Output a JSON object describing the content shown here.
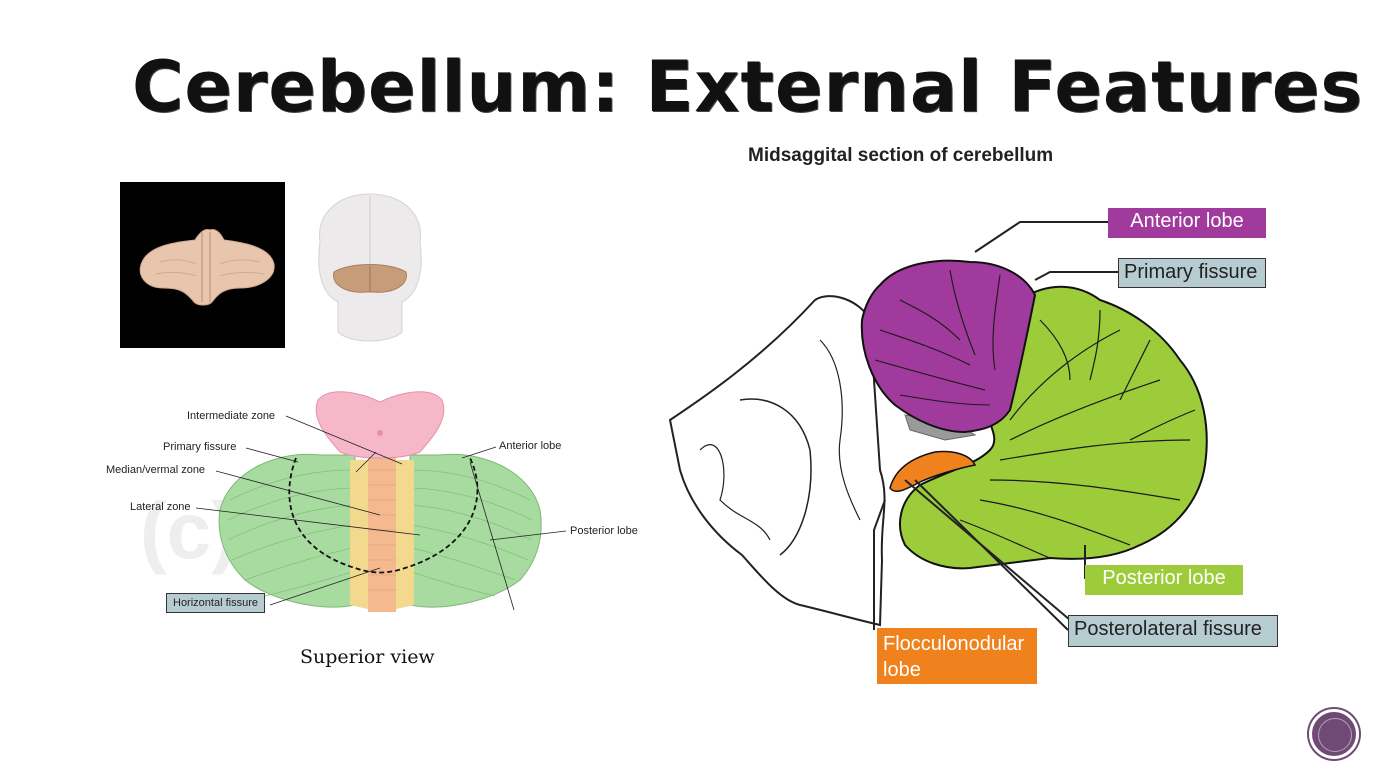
{
  "slide": {
    "title": "Cerebellum: External Features"
  },
  "superior_view": {
    "caption": "Superior view",
    "labels": {
      "intermediate_zone": "Intermediate zone",
      "primary_fissure": "Primary fissure",
      "median_vermal_zone": "Median/vermal zone",
      "lateral_zone": "Lateral zone",
      "anterior_lobe": "Anterior lobe",
      "posterior_lobe": "Posterior lobe",
      "horizontal_fissure": "Horizontal fissure"
    }
  },
  "midsagittal": {
    "title": "Midsaggital section of cerebellum",
    "labels": {
      "anterior_lobe": "Anterior lobe",
      "primary_fissure": "Primary fissure",
      "posterior_lobe": "Posterior lobe",
      "posterolateral_fissure": "Posterolateral fissure",
      "flocculonodular_lobe_line1": "Flocculonodular",
      "flocculonodular_lobe_line2": "lobe"
    }
  },
  "colors": {
    "anterior": "#a03a9c",
    "posterior": "#9ccc3a",
    "flocculonodular": "#f0821e",
    "fissure_box": "#b7ccd1",
    "vermis": "#f4c88e",
    "hemisphere": "#a8dba0",
    "nav": "#6e4a74"
  },
  "icons": [
    "slide-nav-circle-icon"
  ]
}
